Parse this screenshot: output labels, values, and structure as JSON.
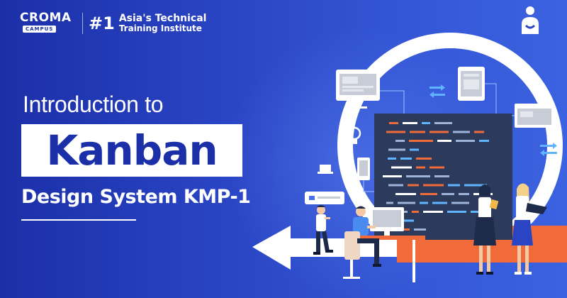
{
  "brand": {
    "logo_word": "CROMA",
    "logo_badge": "CAMPUS",
    "rank": "#1",
    "tagline_line1": "Asia's Technical",
    "tagline_line2": "Training Institute"
  },
  "headline": {
    "intro": "Introduction to",
    "main": "Kanban",
    "subtitle": "Design System KMP-1"
  },
  "colors": {
    "background_start": "#1b2fa8",
    "background_end": "#3b62e0",
    "accent_orange": "#f06a3a",
    "code_panel": "#2c3b5c",
    "white": "#ffffff"
  },
  "icons": [
    "user-badge-icon",
    "lightbulb-icon",
    "arrows-icon",
    "monitor-icon",
    "phone-icon"
  ]
}
